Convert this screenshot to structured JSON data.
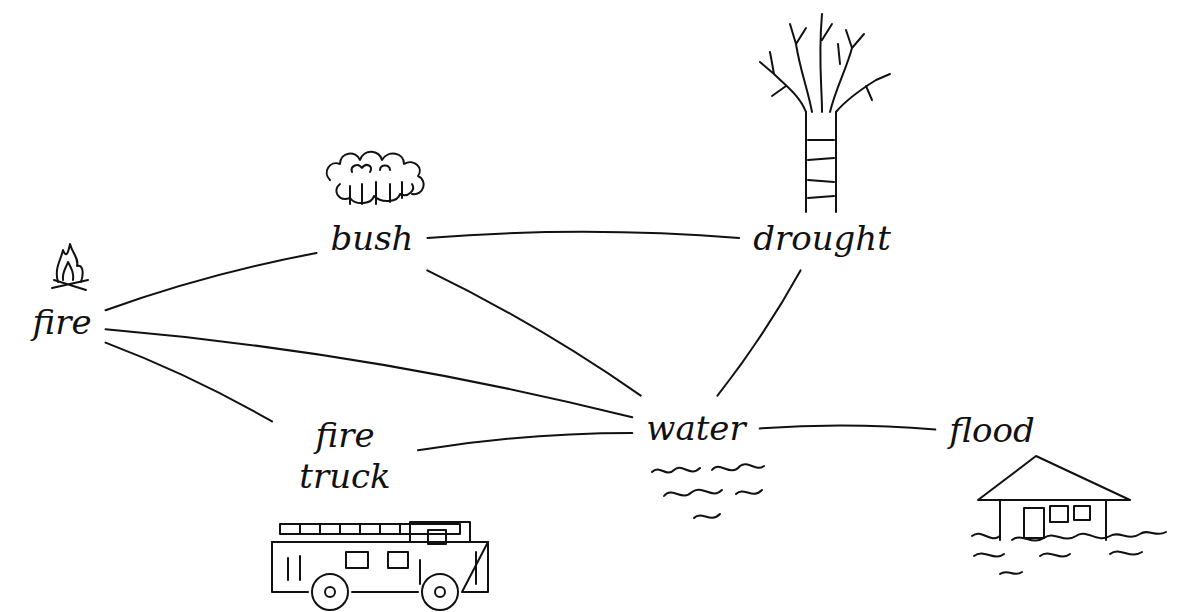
{
  "diagram": {
    "nodes": [
      {
        "text": [
          "fire"
        ]
      },
      {
        "text": [
          "bush"
        ]
      },
      {
        "text": [
          "drought"
        ]
      },
      {
        "text": [
          "fire truck"
        ]
      },
      {
        "text": [
          "water"
        ]
      },
      {
        "text": [
          "flood"
        ]
      }
    ],
    "edges": [
      {
        "from": 0,
        "to": 1,
        "arrow": "none"
      },
      {
        "from": 1,
        "to": 2,
        "arrow": "none"
      },
      {
        "from": 1,
        "to": 4,
        "arrow": "none"
      },
      {
        "from": 0,
        "to": 4,
        "arrow": "none"
      },
      {
        "from": 0,
        "to": 3,
        "arrow": "none"
      },
      {
        "from": 3,
        "to": 4,
        "arrow": "none"
      },
      {
        "from": 2,
        "to": 4,
        "arrow": "none"
      },
      {
        "from": 4,
        "to": 5,
        "arrow": "none"
      }
    ]
  }
}
